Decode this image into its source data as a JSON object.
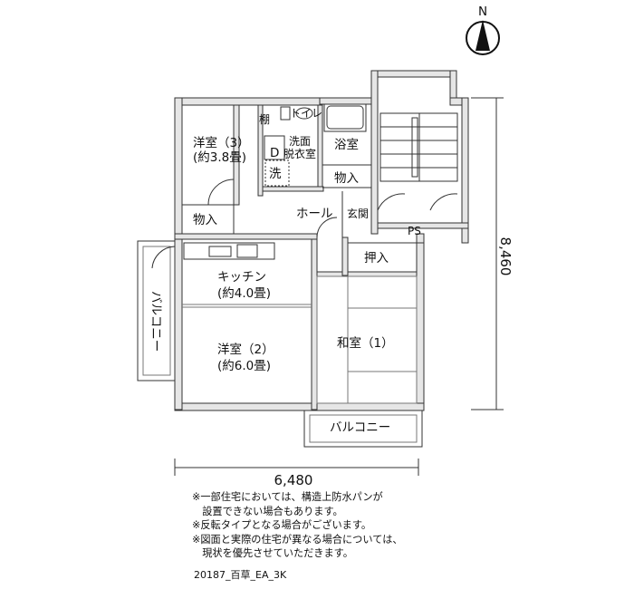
{
  "compass": {
    "label": "N"
  },
  "rooms": {
    "western3": {
      "name": "洋室（3）",
      "size": "(約3.8畳)"
    },
    "toilet": "トイレ",
    "shelf": "棚",
    "washroom": {
      "line1": "洗面",
      "line2": "脱衣室"
    },
    "washer": "洗",
    "washer_mark": "D",
    "bath": "浴室",
    "storage_upper": "物入",
    "storage_left": "物入",
    "hall": "ホール",
    "entrance": "玄関",
    "ps": "PS",
    "closet": "押入",
    "kitchen": {
      "name": "キッチン",
      "size": "(約4.0畳)"
    },
    "western2": {
      "name": "洋室（2）",
      "size": "(約6.0畳)"
    },
    "japanese1": {
      "name": "和室（1）"
    },
    "balcony_left": "バルコニー",
    "balcony_bottom": "バルコニー"
  },
  "dimensions": {
    "height": "8,460",
    "width": "6,480"
  },
  "notes": [
    "※一部住宅においては、構造上防水パンが",
    "　設置できない場合もあります。",
    "※反転タイプとなる場合がございます。",
    "※図面と実際の住宅が異なる場合については、",
    "　現状を優先させていただきます。"
  ],
  "code": "20187_百草_EA_3K"
}
